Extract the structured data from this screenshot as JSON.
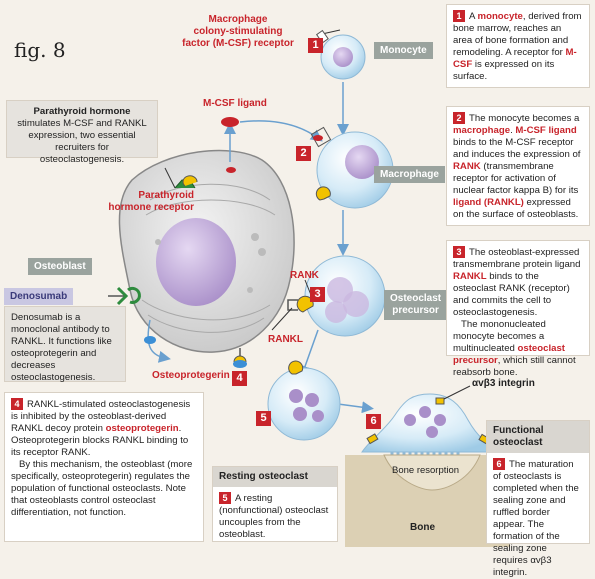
{
  "figure_label": "fig. 8",
  "labels": {
    "mcsf_receptor": [
      "Macrophage",
      "colony-stimulating",
      "factor (M-CSF) receptor"
    ],
    "mcsf_ligand": "M-CSF ligand",
    "pth_receptor": [
      "Parathyroid",
      "hormone receptor"
    ],
    "rank": "RANK",
    "rankl": "RANKL",
    "osteoprotegerin": "Osteoprotegerin",
    "integrin": "αvβ3 integrin",
    "bone_resorption": "Bone resorption",
    "bone": "Bone"
  },
  "tags": {
    "monocyte": "Monocyte",
    "macrophage": "Macrophage",
    "osteoclast_precursor": [
      "Osteoclast",
      "precursor"
    ],
    "osteoblast": "Osteoblast",
    "denosumab": "Denosumab",
    "resting_osteoclast": "Resting osteoclast",
    "functional_osteoclast": "Functional osteoclast"
  },
  "pth_box": {
    "title": "Parathyroid hormone",
    "text": "stimulates M-CSF and RANKL expression, two essential recruiters for osteoclastogenesis."
  },
  "denosumab_box": {
    "text": "Denosumab is a monoclonal antibody to RANKL. It functions like osteoprotegerin and decreases osteoclastogenesis."
  },
  "steps": {
    "s1": {
      "num": "1",
      "a": "A ",
      "b": "monocyte",
      "c": ", derived from bone marrow, reaches an area of bone formation and remodeling. A receptor for ",
      "d": "M-CSF",
      "e": " is expressed on its surface."
    },
    "s2": {
      "num": "2",
      "a": "The monocyte becomes a ",
      "b": "macrophage",
      "c": ". ",
      "d": "M-CSF ligand",
      "e": " binds to the M-CSF receptor and induces the expression of ",
      "f": "RANK",
      "g": " (transmembrane receptor for activation of nuclear factor kappa B) for its ",
      "h": "ligand (RANKL)",
      "i": " expressed on the surface of osteoblasts."
    },
    "s3": {
      "num": "3",
      "a": "The osteoblast-expressed transmembrane protein ligand ",
      "b": "RANKL",
      "c": " binds to the osteoclast RANK (receptor) and commits the cell to osteoclastogenesis.",
      "p2a": "The mononucleated monocyte becomes a multinucleated ",
      "p2b": "osteoclast precursor",
      "p2c": ", which still cannot reabsorb bone."
    },
    "s4": {
      "num": "4",
      "a": "RANKL-stimulated osteoclastogenesis is inhibited by the osteoblast-derived RANKL decoy protein ",
      "b": "osteoprotegerin",
      "c": ". Osteoprotegerin blocks RANKL binding to its receptor RANK.",
      "p2": "By this mechanism, the osteoblast (more specifically, osteoprotegerin) regulates the population of functional osteoclasts. Note that osteoblasts control osteoclast differentiation, not function."
    },
    "s5": {
      "num": "5",
      "text": "A resting (nonfunctional) osteoclast uncouples from the osteoblast."
    },
    "s6": {
      "num": "6",
      "a": "The maturation of osteoclasts is completed when the sealing zone and ruffled border appear. The formation of the sealing zone requires ",
      "b": "αvβ3",
      "c": " integrin."
    }
  },
  "markers": [
    "1",
    "2",
    "3",
    "4",
    "5",
    "6"
  ],
  "colors": {
    "accent_red": "#c8242b",
    "cell_blue": "#c9e3f2",
    "nucleus_purple": "#a98fc9",
    "osteoblast_gray": "#dcdcdc",
    "tag_gray": "#9aa39e",
    "rank_yellow": "#f2c200",
    "pth_green": "#2e8b3e"
  }
}
